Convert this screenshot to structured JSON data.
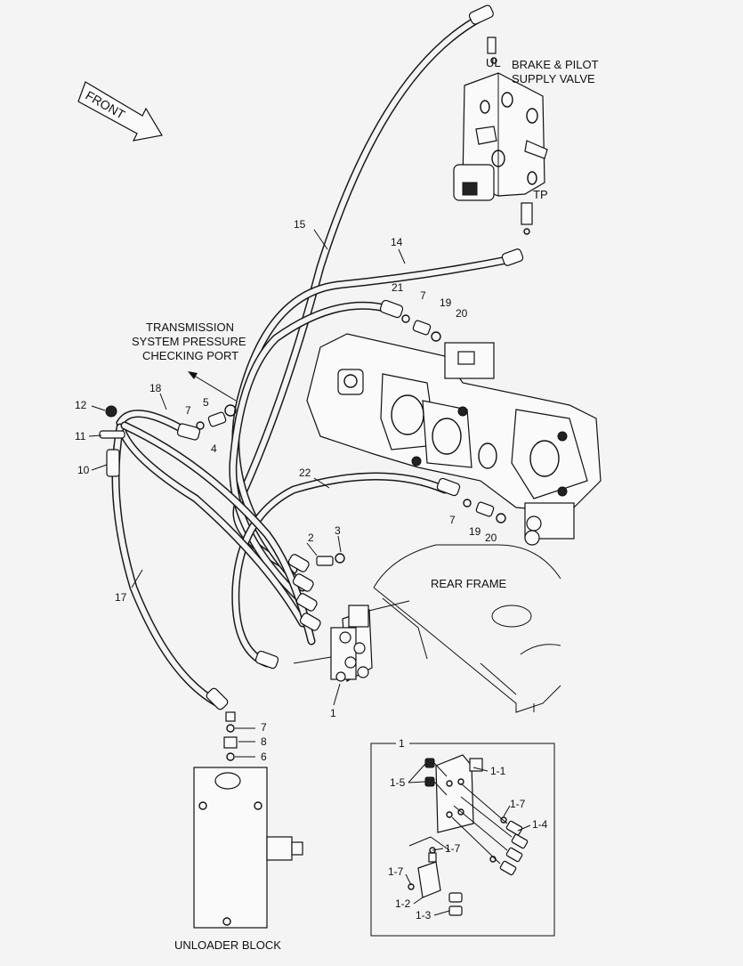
{
  "direction_arrow": {
    "label": "FRONT"
  },
  "component_labels": {
    "brake_pilot_valve": [
      "BRAKE & PILOT",
      "SUPPLY VALVE"
    ],
    "port_ul": "UL",
    "port_tp": "TP",
    "transmission_port": [
      "TRANSMISSION",
      "SYSTEM PRESSURE",
      "CHECKING PORT"
    ],
    "rear_frame": "REAR FRAME",
    "unloader_block": "UNLOADER BLOCK"
  },
  "callouts": {
    "c1": "1",
    "c2": "2",
    "c3": "3",
    "c4": "4",
    "c5": "5",
    "c6": "6",
    "c7a": "7",
    "c7b": "7",
    "c7c": "7",
    "c7d": "7",
    "c8": "8",
    "c10": "10",
    "c11": "11",
    "c12": "12",
    "c14": "14",
    "c15": "15",
    "c17": "17",
    "c18": "18",
    "c19a": "19",
    "c19b": "19",
    "c20a": "20",
    "c20b": "20",
    "c21": "21",
    "c22": "22"
  },
  "detail_box": {
    "title": "1",
    "labels": {
      "d1_1": "1-1",
      "d1_2": "1-2",
      "d1_3": "1-3",
      "d1_4": "1-4",
      "d1_5": "1-5",
      "d1_7a": "1-7",
      "d1_7b": "1-7",
      "d1_7c": "1-7"
    }
  }
}
